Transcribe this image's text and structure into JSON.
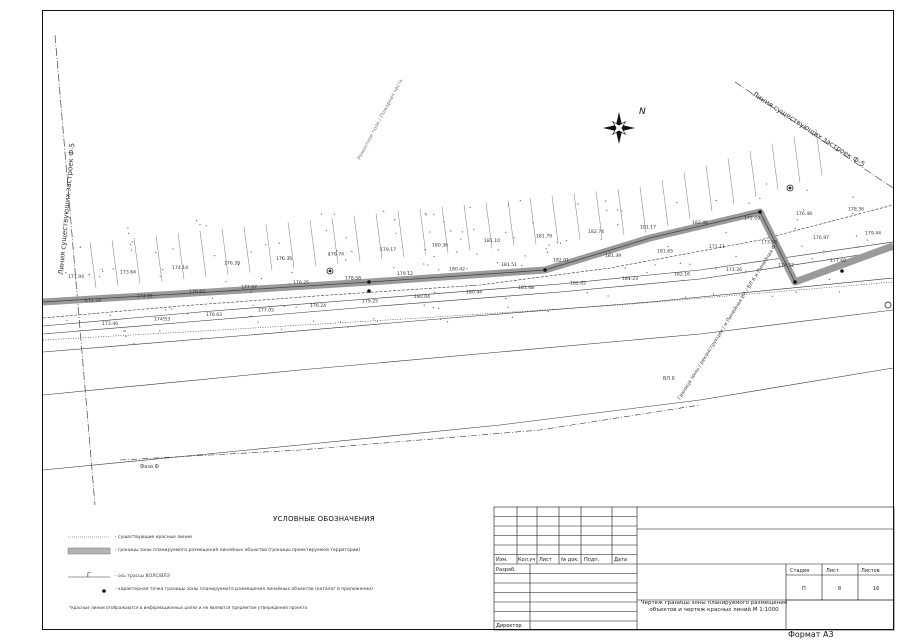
{
  "drawing": {
    "line_left_label": "Линия существующих застроек Ф-5",
    "line_right_label": "Линия существующих застроек Ф-5",
    "compass_letter": "N",
    "center_note": "Ремонтное поле / Пожарная часть",
    "annotation_bottom": "Граница зоны / реконструкции / и Пинейная ИЧ / ВЛ 6 и Пинейная Ф",
    "small_labels": [
      "Фаза Ф",
      "ВЛ 6"
    ],
    "elevations": [
      "171.94",
      "172.34",
      "173.46",
      "173.64",
      "174.81",
      "174.53",
      "174.14",
      "176.83",
      "176.63",
      "176.39",
      "177.97",
      "177.05",
      "176.34",
      "176.25",
      "176.24",
      "176.74",
      "178.58",
      "179.25",
      "179.17",
      "179.12",
      "180.04",
      "180.36",
      "180.42",
      "180.44",
      "181.10",
      "181.51",
      "181.68",
      "181.79",
      "182.01",
      "182.65",
      "182.74",
      "181.39",
      "181.23",
      "181.17",
      "181.65",
      "182.16",
      "182.46",
      "171.11",
      "171.26",
      "172.09",
      "173.58",
      "174.52",
      "176.48",
      "176.97",
      "177.60",
      "178.36",
      "179.44"
    ]
  },
  "legend": {
    "title": "УСЛОВНЫЕ ОБОЗНАЧЕНИЯ",
    "items": [
      "- существующие красные линии",
      "- границы зоны планируемого размещения линейных объектов (границы проектируемой территории)",
      "- ось трассы ВОЛС/ВЛЭ",
      "- характерная точка границы зоны планируемого размещения линейных объектов (каталог в приложении)"
    ],
    "line_marker": "Г",
    "note": "*красные линии отображаются в информационных целях и не являются предметом утверждения проекта"
  },
  "title_block": {
    "headers": [
      "Изм.",
      "Кол.уч",
      "Лист",
      "№ док.",
      "Подп.",
      "Дата"
    ],
    "roles": [
      "Разраб.",
      "Директор"
    ],
    "stage_headers": [
      "Стадия",
      "Лист",
      "Листов"
    ],
    "stage_values": [
      "П",
      "8",
      "16"
    ],
    "title": "Чертеж границы зоны планируемого размещения объектов и чертеж красных линий М 1:1000",
    "format": "Формат А3"
  }
}
